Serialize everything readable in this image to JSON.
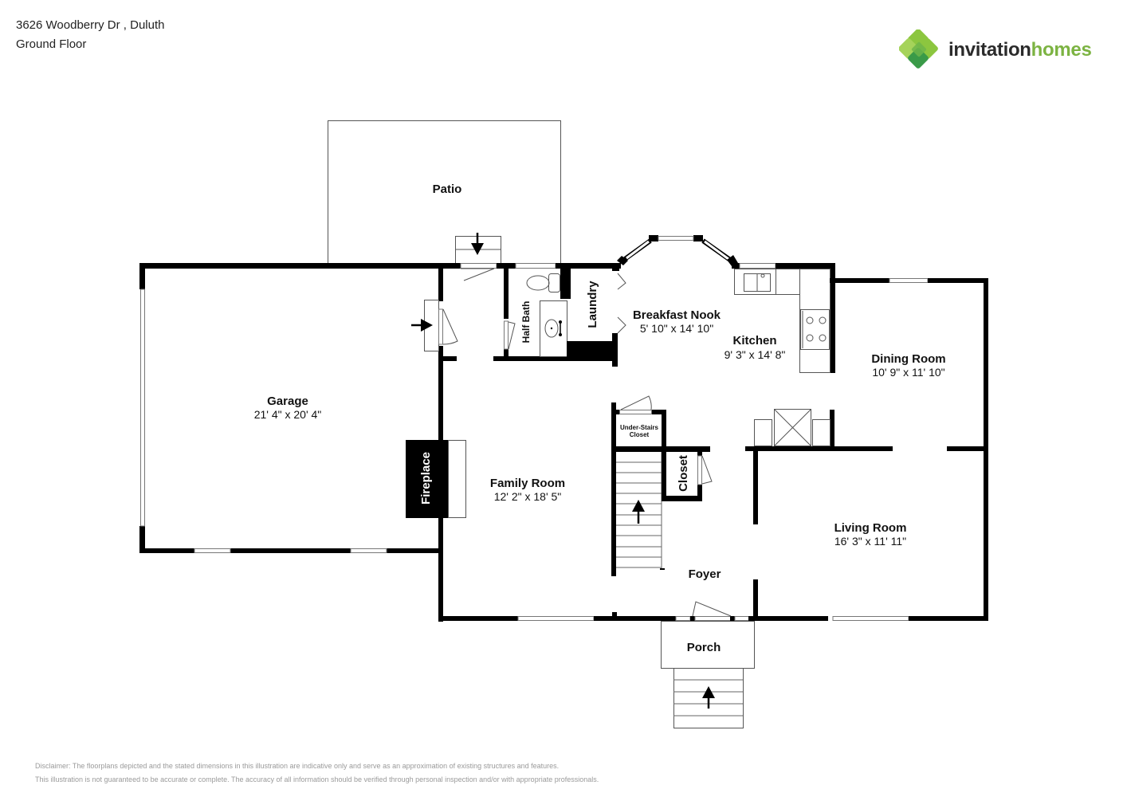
{
  "header": {
    "address": "3626 Woodberry Dr , Duluth",
    "floor": "Ground Floor"
  },
  "logo": {
    "word1": "invitation",
    "word2": "homes",
    "colors": {
      "dark": "#2b2b2b",
      "green": "#7cb342",
      "green_dark": "#3a9a48",
      "green_light": "#8cc63f"
    }
  },
  "rooms": {
    "patio": {
      "name": "Patio"
    },
    "garage": {
      "name": "Garage",
      "dims": "21' 4\" x 20' 4\""
    },
    "half_bath": {
      "name": "Half Bath"
    },
    "laundry": {
      "name": "Laundry"
    },
    "breakfast_nook": {
      "name": "Breakfast Nook",
      "dims": "5' 10\" x 14' 10\""
    },
    "kitchen": {
      "name": "Kitchen",
      "dims": "9' 3\" x 14' 8\""
    },
    "dining_room": {
      "name": "Dining Room",
      "dims": "10' 9\" x 11' 10\""
    },
    "fireplace": {
      "name": "Fireplace"
    },
    "family_room": {
      "name": "Family Room",
      "dims": "12' 2\" x 18' 5\""
    },
    "under_stairs_closet": {
      "name_line1": "Under-Stairs",
      "name_line2": "Closet"
    },
    "closet": {
      "name": "Closet"
    },
    "living_room": {
      "name": "Living Room",
      "dims": "16' 3\" x 11' 11\""
    },
    "foyer": {
      "name": "Foyer"
    },
    "porch": {
      "name": "Porch"
    }
  },
  "disclaimer": {
    "line1": "Disclaimer: The floorplans depicted and the stated dimensions in this illustration are indicative only and serve as an approximation of existing structures and features.",
    "line2": "This illustration is not guaranteed to be accurate or complete. The accuracy of all information should be verified through personal inspection and/or with appropriate professionals."
  }
}
